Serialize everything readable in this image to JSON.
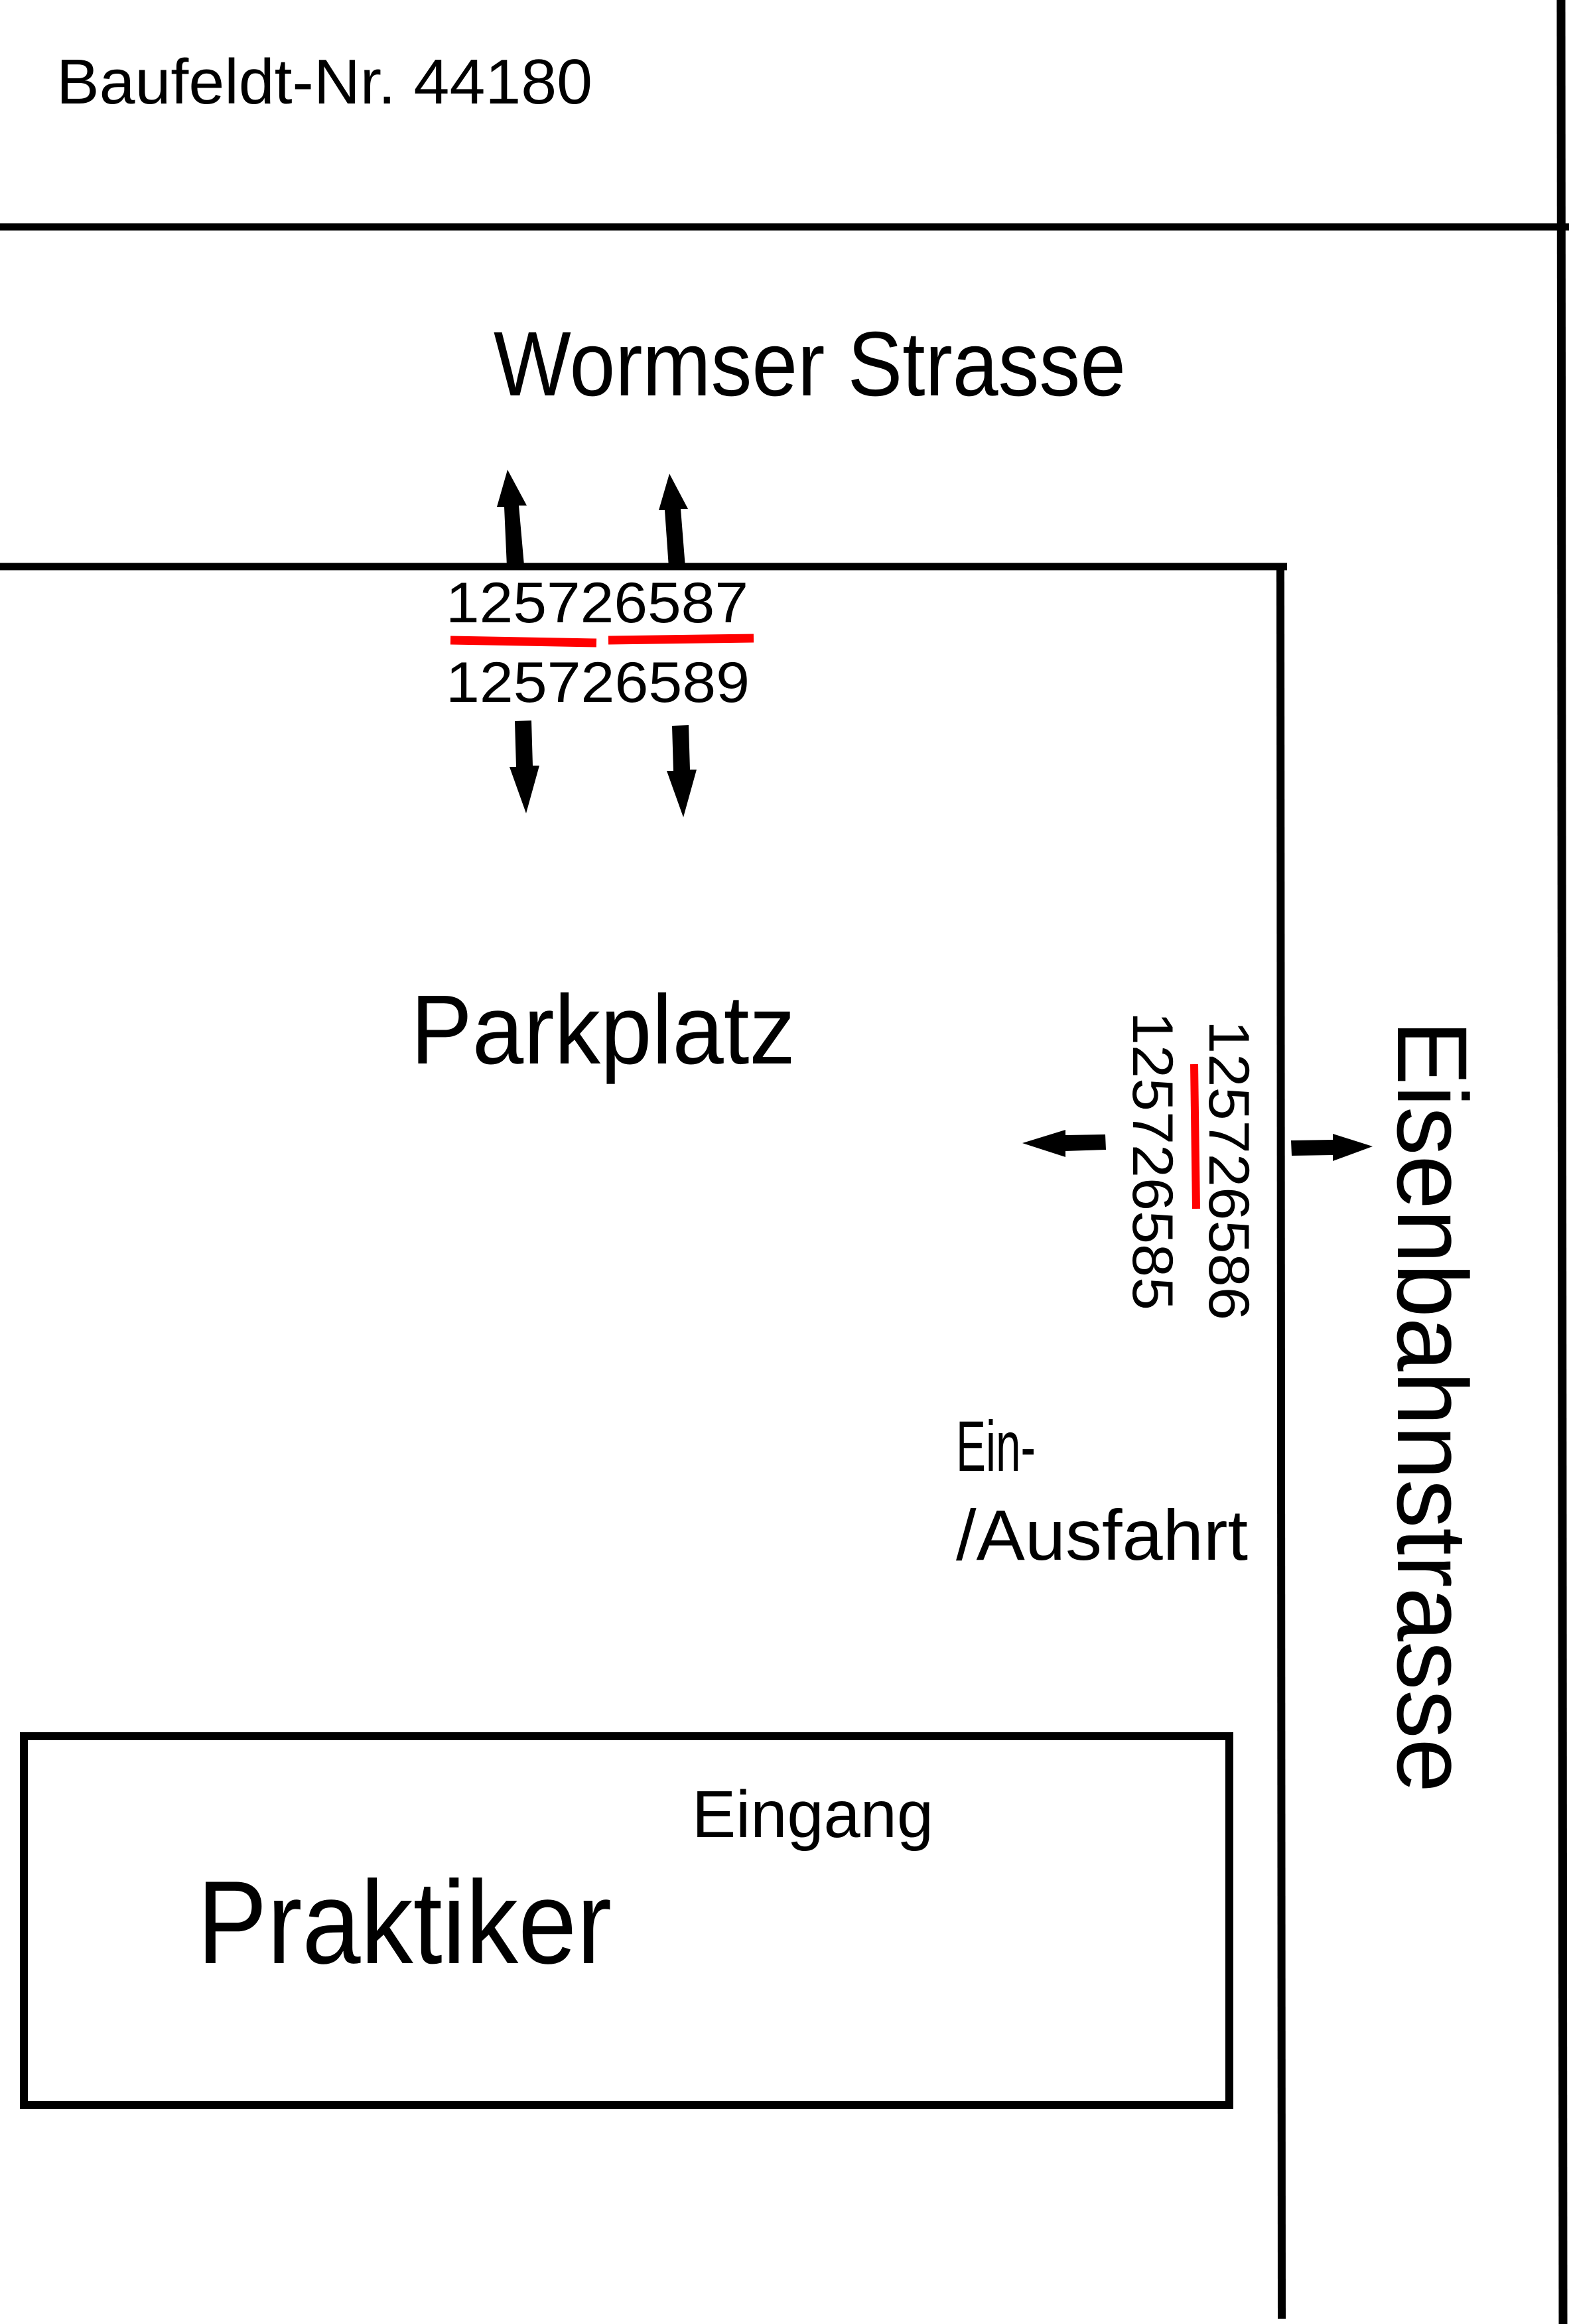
{
  "header": {
    "baufeld_label": "Baufeldt-Nr. 44180"
  },
  "streets": {
    "top": "Wormser Strasse",
    "right": "Eisenbahnstrasse"
  },
  "parcels": {
    "top_upper": "125726587",
    "top_lower": "125726589",
    "right_outer": "125726586",
    "right_inner": "125726585"
  },
  "areas": {
    "parking": "Parkplatz",
    "entry_exit_line1": "Ein-",
    "entry_exit_line2": "/Ausfahrt",
    "store": "Praktiker",
    "entrance": "Eingang"
  },
  "colors": {
    "line": "#000000",
    "boundary_mark": "#ff0000",
    "background": "#ffffff"
  }
}
